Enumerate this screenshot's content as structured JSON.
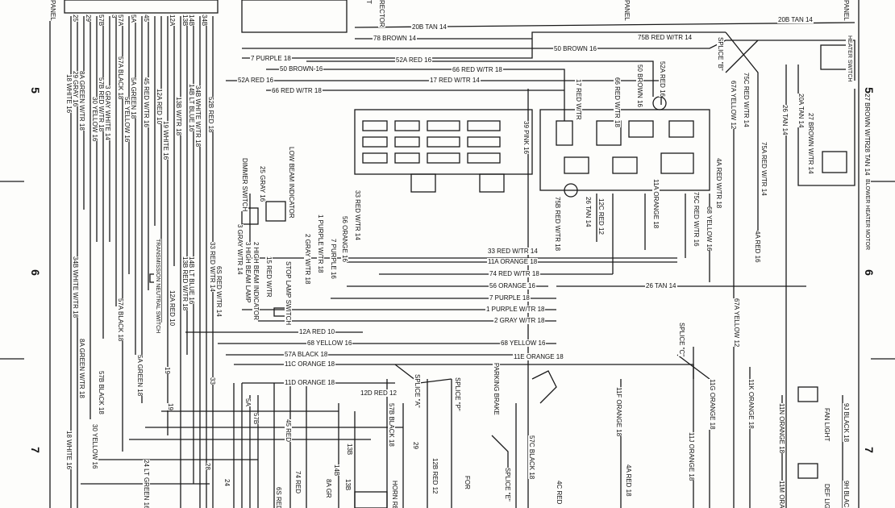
{
  "zone_numbers": [
    "5",
    "5",
    "6",
    "6",
    "7",
    "7"
  ],
  "edge_text": [
    "PANEL",
    "PANEL",
    "PANEL",
    "RECTOR",
    "T"
  ],
  "left_wire_labels": [
    "25",
    "29",
    "57B",
    "57A",
    "3",
    "5A",
    "45",
    "12A",
    "13B",
    "14B",
    "34B",
    "18 WHITE 16",
    "29 GRAY 16",
    "8A GREEN W/TR 18",
    "57B RED W/TR 18",
    "30 YELLOW 16",
    "3 GRAY WHITE 14",
    "57A BLACK 18",
    "5A GREEN 18",
    "5E YELLOW 16",
    "45 RED W/TR 16",
    "12A RED 10",
    "19 WHITE 16",
    "13B W/TR 18",
    "14B LT BLUE 16",
    "34B WHITE W/TR 18",
    "52B RED 18"
  ],
  "left_mid_labels": [
    "34B WHITE W/TR 18",
    "57A BLACK 18",
    "5A GREEN 18",
    "8A GREEN W/TR 18",
    "57B BLACK 18",
    "30 YELLOW 16",
    "18 WHITE 16",
    "24 LT GREEN 16",
    "TRANSMISSION NEUTRAL SWITCH",
    "14B LT BLUE 16",
    "13B RED W/TR 18",
    "12A RED 10",
    "33 RED W/TR 14",
    "6S RED W/TR 14",
    "19"
  ],
  "switch_labels": [
    "LOW BEAM INDICATOR",
    "25 GRAY 16",
    "DIMMER SWITCH",
    "3 GRAY W/TR 14",
    "15 RED W/TR",
    "2 HIGH BEAM INDICATOR",
    "3 HIGH BEAM LAMP",
    "STOP LAMP SWITCH",
    "1 PURPLE W/TR 18",
    "2 GRAY W/TR 18"
  ],
  "top_wire_labels": [
    "20B TAN 14",
    "78 BROWN 14",
    "50 BROWN 16",
    "75B RED W/TR 14",
    "7 PURPLE 18",
    "52A RED 16",
    "50 BROWN-16",
    "66 RED W/TR 18",
    "52A RED 16",
    "17 RED W/TR 14",
    "66 RED W/TR 18",
    "20B TAN 14",
    "SPLICE \"B\""
  ],
  "fuse_block_labels": [
    "39 PINK 16",
    "33 RED W/TR 14",
    "56 ORANGE 16",
    "7 PURPLE 16",
    "17 RED W/TR",
    "66 RED W/TR 18",
    "50 BROWN 16",
    "52A RED 16",
    "75B RED W/TR 18",
    "26 TAN 14",
    "12C RED 12",
    "11A ORANGE 18",
    "75C RED W/TR 16",
    "68 YELLOW 16",
    "4A RED W/TR 18",
    "67A YELLOW 12",
    "75A RED W/TR 14"
  ],
  "heater_labels": [
    "HEATER SWITCH",
    "20A TAN 14",
    "27 BROWN W/TR 14",
    "26 TAN 14",
    "27 BROWN W/TR 14",
    "28 TAN 14",
    "BLOWER HEATER MOTOR",
    "75C RED W/TR 14",
    "4A RED 16"
  ],
  "center_bus_labels": [
    "33 RED W/TR 14",
    "11A ORANGE 18",
    "74 RED W/TR 18",
    "56 ORANGE 16",
    "7 PURPLE 18",
    "1 PURPLE W/TR 18",
    "2 GRAY W/TR 18",
    "12A RED 10",
    "68 YELLOW 16",
    "57A BLACK 18",
    "11C ORANGE 18",
    "11D ORANGE 18",
    "12D RED 12",
    "68 YELLOW 16",
    "11E ORANGE 18",
    "26 TAN 14",
    "67A YELLOW 12",
    "SPLICE \"C\""
  ],
  "lower_labels": [
    "SPLICE \"A\"",
    "SPLICE \"P\"",
    "PARKING BRAKE",
    "57C BLACK 18",
    "57B BLACK 18",
    "SPLICE \"E\"",
    "5A",
    "57B",
    "45 RED",
    "29",
    "13B",
    "12B RED 12",
    "11F ORANGE 18",
    "11G ORANGE 18",
    "11K ORANGE 18",
    "11J ORANGE 18",
    "4C RED",
    "4A RED 18",
    "HORN RE",
    "8A GR",
    "74 RED",
    "6S RED",
    "FOR",
    "28",
    "24",
    "14B",
    "13B",
    "19",
    "33"
  ],
  "right_legend": [
    "FAN LIGHT",
    "11N ORANGE 18",
    "9J BLACK 18",
    "DEF LIGHT",
    "11M ORANGE 18",
    "9H BLACK"
  ]
}
